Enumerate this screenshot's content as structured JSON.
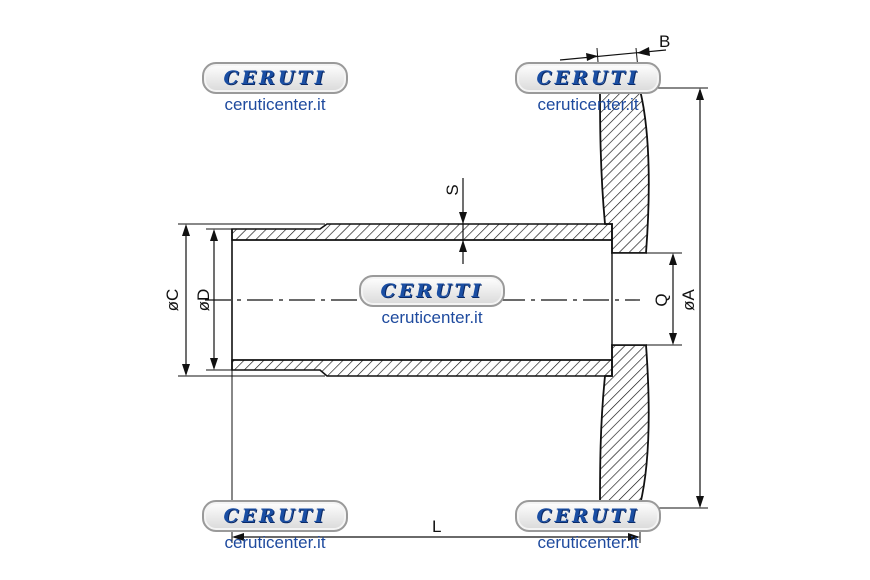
{
  "dimensions": {
    "B": "B",
    "S": "S",
    "C": "øC",
    "D": "øD",
    "Q": "Q",
    "A": "øA",
    "L": "L"
  },
  "watermark": {
    "logo_text": "CERUTI",
    "url": "ceruticenter.it"
  },
  "colors": {
    "line": "#111111",
    "watermark_blue": "#1e4a9e"
  }
}
